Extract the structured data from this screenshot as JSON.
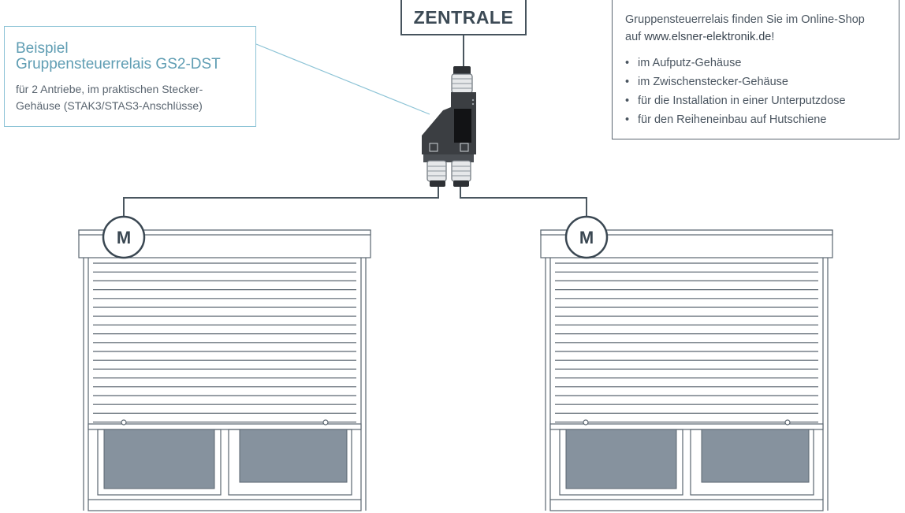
{
  "callout": {
    "title_line1": "Beispiel",
    "title_line2": "Gruppensteuerrelais GS2-DST",
    "desc_line1": "für 2 Antriebe, im praktischen Stecker-",
    "desc_line2": "Gehäuse (STAK3/STAS3-Anschlüsse)"
  },
  "central": {
    "label": "ZENTRALE"
  },
  "info": {
    "line1": "Gruppensteuerrelais finden Sie im Online-Shop",
    "line2_prefix": "auf ",
    "line2_link": "www.elsner-elektronik.de",
    "line2_suffix": "!",
    "bullet": "•",
    "items": [
      "im Aufputz-Gehäuse",
      "im Zwischenstecker-Gehäuse",
      "für die Installation in einer Unterputzdose",
      "für den Reiheneinbau auf Hutschiene"
    ]
  },
  "motors": [
    {
      "label": "M"
    },
    {
      "label": "M"
    }
  ],
  "colors": {
    "accent": "#5f9db3",
    "callout_border": "#8cc3d6",
    "line": "#4a565f",
    "device": "#3b3e42",
    "window_glass": "#86929e"
  }
}
